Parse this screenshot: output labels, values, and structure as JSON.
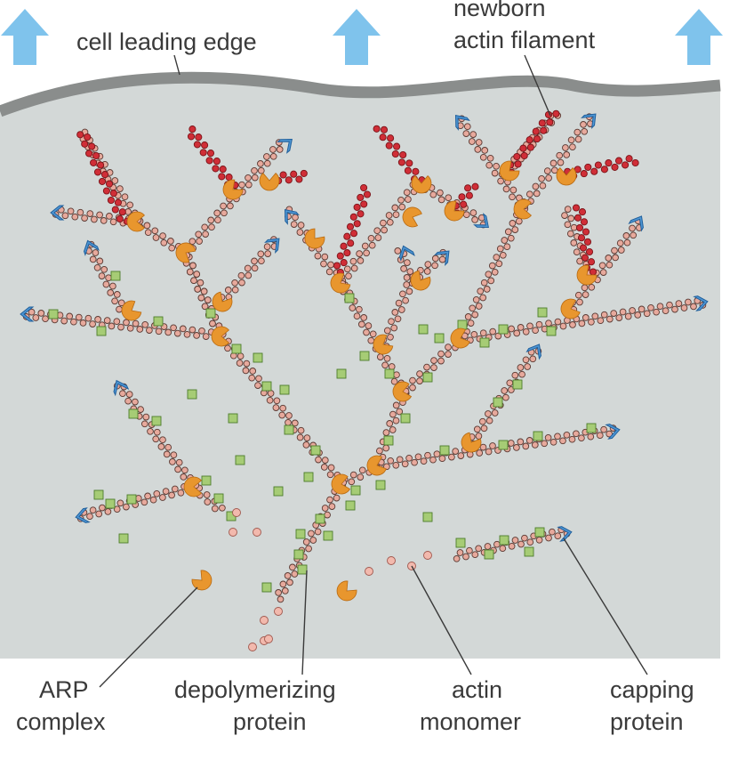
{
  "labels": {
    "leading_edge": "cell leading edge",
    "newborn": [
      "newborn",
      "actin filament"
    ],
    "arp": [
      "ARP",
      "complex"
    ],
    "depoly": [
      "depolymerizing",
      "protein"
    ],
    "monomer": [
      "actin",
      "monomer"
    ],
    "capping": [
      "capping",
      "protein"
    ]
  },
  "colors": {
    "cell_interior": "#d3d8d7",
    "membrane": "#8a8d8c",
    "arrow": "#7fc3ec",
    "filament_bead": "#e7a99c",
    "filament_outline": "#5a3a33",
    "newborn_bead": "#d02e37",
    "arp_complex": "#e8962e",
    "cap_fill": "#4f97d4",
    "cap_outline": "#1f5f9c",
    "depoly_fill": "#a6cc75",
    "depoly_outline": "#4d7d2c",
    "monomer_fill": "#f2b9ad"
  },
  "icons": {
    "arrow": "up-arrow-icon",
    "arp": "arp-complex-icon",
    "cap": "capping-protein-icon"
  }
}
